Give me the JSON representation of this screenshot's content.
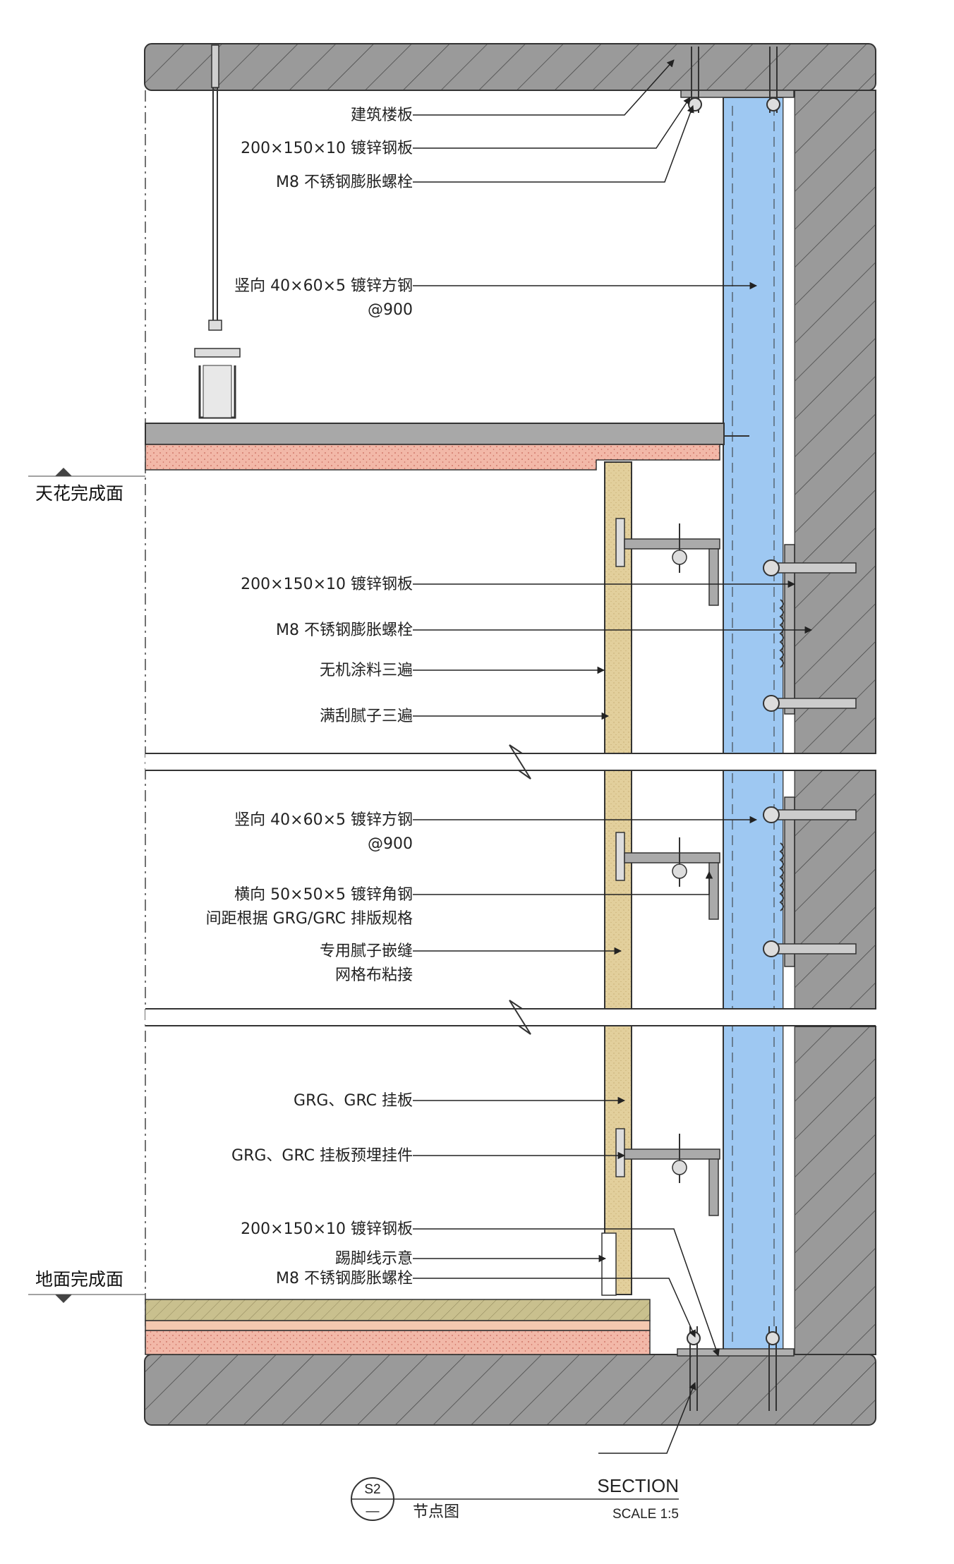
{
  "levels": {
    "ceiling": "天花完成面",
    "floor": "地面完成面"
  },
  "labels": {
    "l01": "建筑楼板",
    "l02": "200×150×10 镀锌钢板",
    "l03": "M8 不锈钢膨胀螺栓",
    "l04a": "竖向 40×60×5 镀锌方钢",
    "l04b": "@900",
    "l05": "200×150×10 镀锌钢板",
    "l06": "M8 不锈钢膨胀螺栓",
    "l07": "无机涂料三遍",
    "l08": "满刮腻子三遍",
    "l09a": "竖向 40×60×5 镀锌方钢",
    "l09b": "@900",
    "l10a": "横向 50×50×5 镀锌角钢",
    "l10b": "间距根据 GRG/GRC 排版规格",
    "l11a": "专用腻子嵌缝",
    "l11b": "网格布粘接",
    "l12": "GRG、GRC 挂板",
    "l13": "GRG、GRC 挂板预埋挂件",
    "l14": "200×150×10 镀锌钢板",
    "l15": "踢脚线示意",
    "l16": "M8 不锈钢膨胀螺栓"
  },
  "title": {
    "number": "S2",
    "sheet": "—",
    "name": "节点图",
    "section": "SECTION",
    "scale": "SCALE 1:5"
  },
  "colors": {
    "concrete": "#9a9a9a",
    "steel_stud": "#9ec8f2",
    "grg_panel": "#e2cf9c",
    "insulation": "#f2b8a8",
    "screed": "#c9c08e"
  }
}
